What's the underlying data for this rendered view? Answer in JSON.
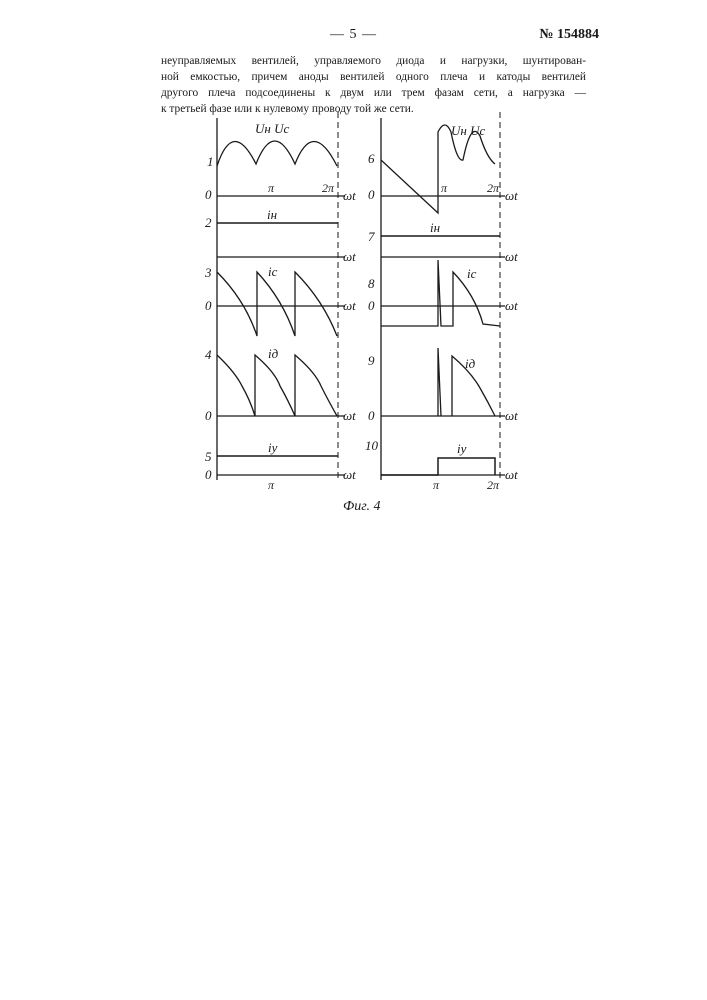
{
  "header": {
    "page_number": "— 5 —",
    "patent_number": "№ 154884"
  },
  "text": {
    "lines": [
      "неуправляемых вентилей, управляемого диода и нагрузки, шунтирован-",
      "ной емкостью, причем аноды вентилей одного плеча и катоды вентилей",
      "другого плеча подсоединены к двум или трем фазам сети, а нагрузка —",
      "к третьей фазе или к нулевому проводу той же сети."
    ]
  },
  "figure": {
    "caption": "Фиг. 4",
    "colors": {
      "ink": "#1a1a1a"
    },
    "left_panel": {
      "traces": [
        {
          "id": "1",
          "label": "Uн Uc"
        },
        {
          "id": "2",
          "label": "iн"
        },
        {
          "id": "3",
          "label": "ic"
        },
        {
          "id": "4",
          "label": "iд"
        },
        {
          "id": "5",
          "label": "iу"
        }
      ],
      "zero_label": "0",
      "axis_label": "ωt",
      "pi_label": "π",
      "two_pi_label": "2π"
    },
    "right_panel": {
      "traces": [
        {
          "id": "6",
          "label": "Uн Uc"
        },
        {
          "id": "7",
          "label": "iн"
        },
        {
          "id": "8",
          "label": "ic"
        },
        {
          "id": "9",
          "label": "iд"
        },
        {
          "id": "10",
          "label": "iу"
        }
      ],
      "zero_label": "0",
      "axis_label": "ωt",
      "pi_label": "π",
      "two_pi_label": "2π"
    }
  }
}
